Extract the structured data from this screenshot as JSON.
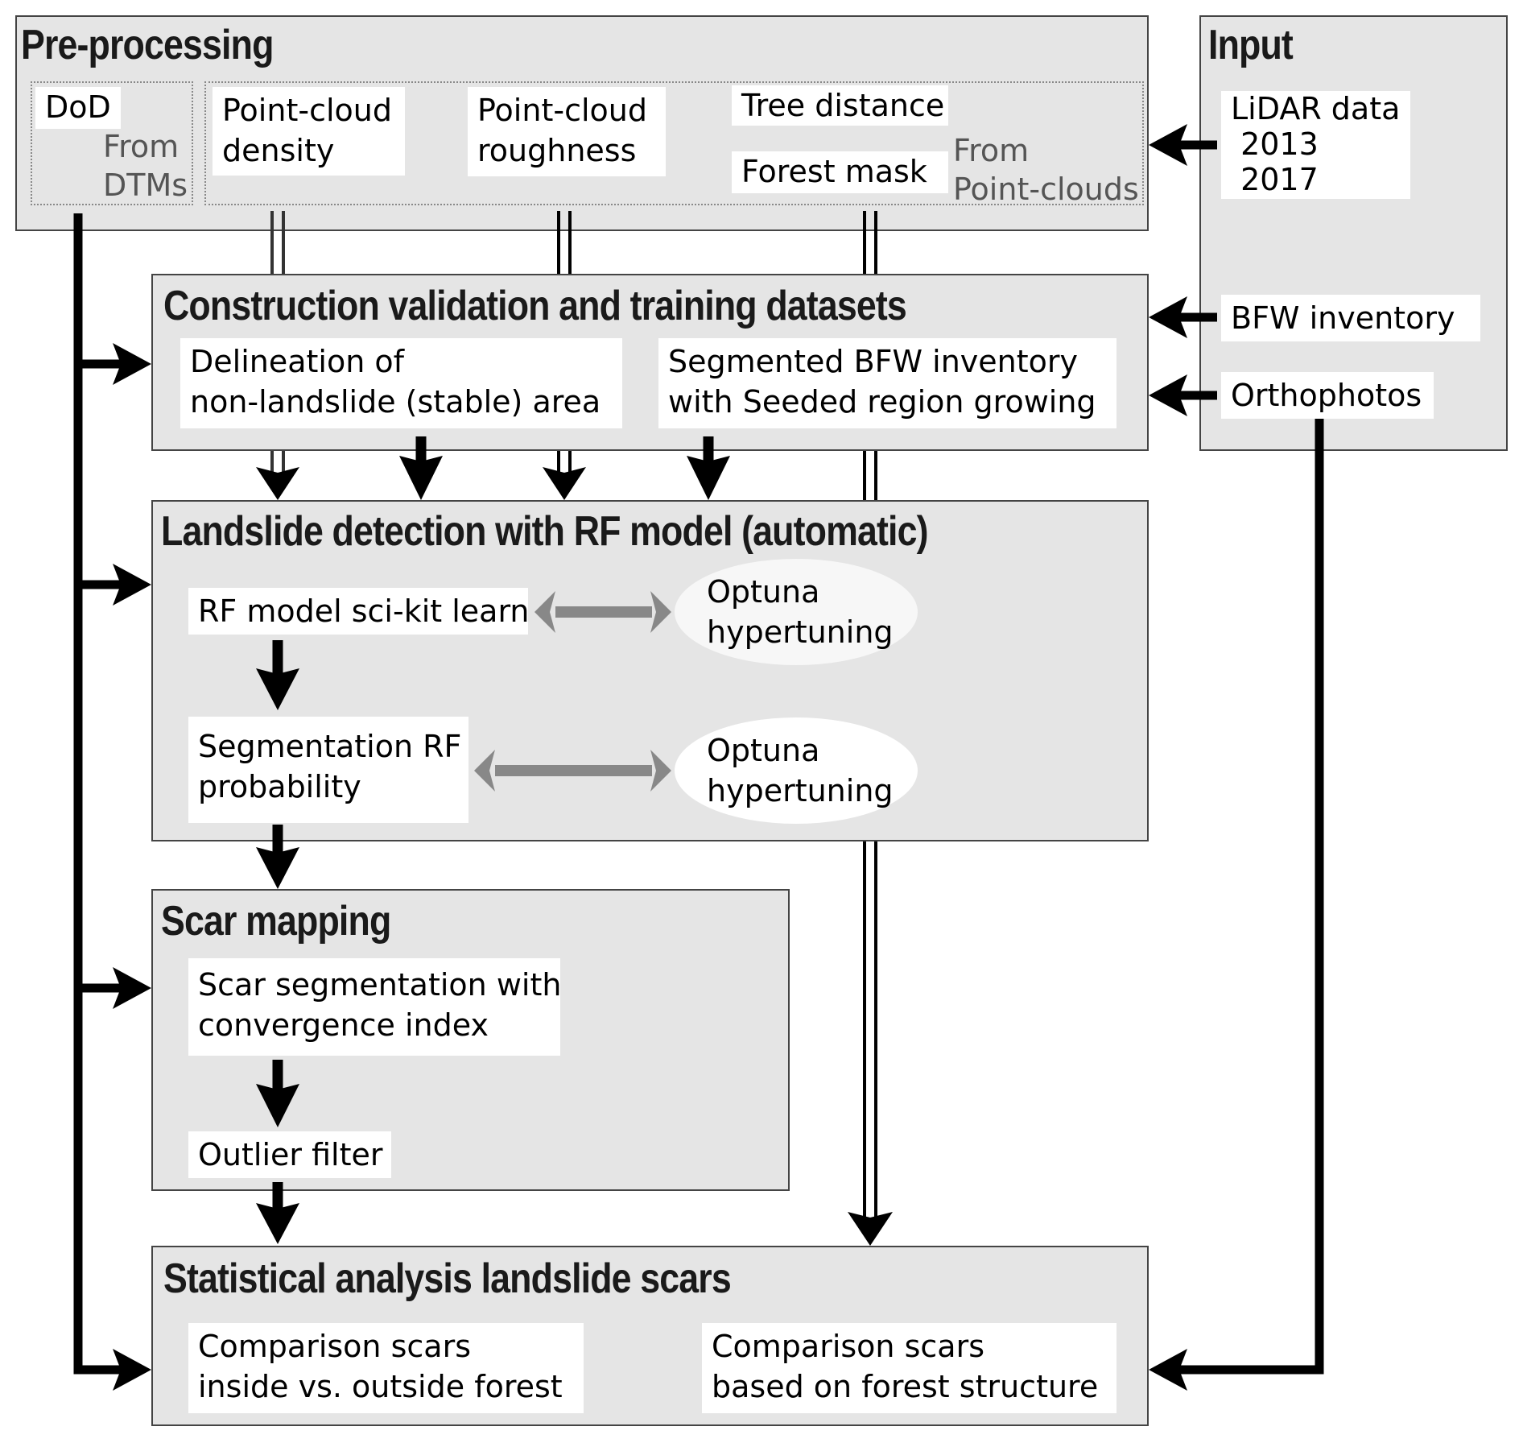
{
  "preprocessing": {
    "title": "Pre-processing",
    "dtm_group": {
      "items": [
        "DoD"
      ],
      "source_note": "From\nDTMs"
    },
    "pointcloud_group": {
      "items": [
        "Point-cloud\ndensity",
        "Point-cloud\nroughness",
        "Tree distance",
        "Forest mask"
      ],
      "source_note": "From\nPoint-clouds"
    }
  },
  "input": {
    "title": "Input",
    "items": [
      "LiDAR data\n 2013\n 2017",
      "BFW inventory",
      "Orthophotos"
    ]
  },
  "construction": {
    "title": "Construction validation and training datasets",
    "items": [
      "Delineation of\nnon-landslide (stable) area",
      "Segmented BFW inventory\nwith Seeded region growing"
    ]
  },
  "detection": {
    "title": "Landslide detection with RF model (automatic)",
    "steps": [
      "RF model sci-kit learn",
      "Segmentation RF\nprobability"
    ],
    "tuning": [
      "Optuna\nhypertuning",
      "Optuna\nhypertuning"
    ]
  },
  "scar_mapping": {
    "title": "Scar mapping",
    "steps": [
      "Scar segmentation with\nconvergence index",
      "Outlier filter"
    ]
  },
  "statistics": {
    "title": "Statistical analysis landslide scars",
    "items": [
      "Comparison scars\ninside vs. outside forest",
      "Comparison scars\nbased on forest structure"
    ]
  },
  "colors": {
    "box_fill": "#e5e5e5",
    "arrow": "#000000",
    "tuning_arrow": "#888888",
    "note_text": "#555555"
  }
}
